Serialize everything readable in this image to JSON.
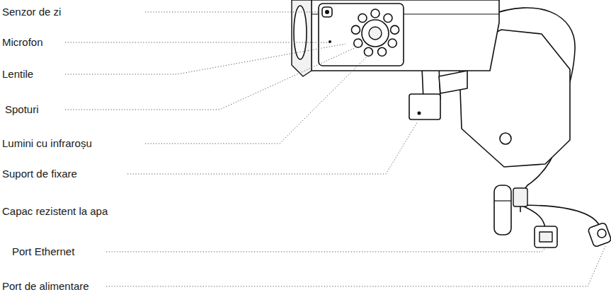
{
  "diagram": {
    "labels": [
      "Senzor de zi",
      "Microfon",
      "Lentile",
      "Spoturi",
      "Lumini cu infraroșu",
      "Suport de fixare",
      "Capac rezistent la apa",
      "Port Ethernet",
      "Port de alimentare"
    ]
  }
}
